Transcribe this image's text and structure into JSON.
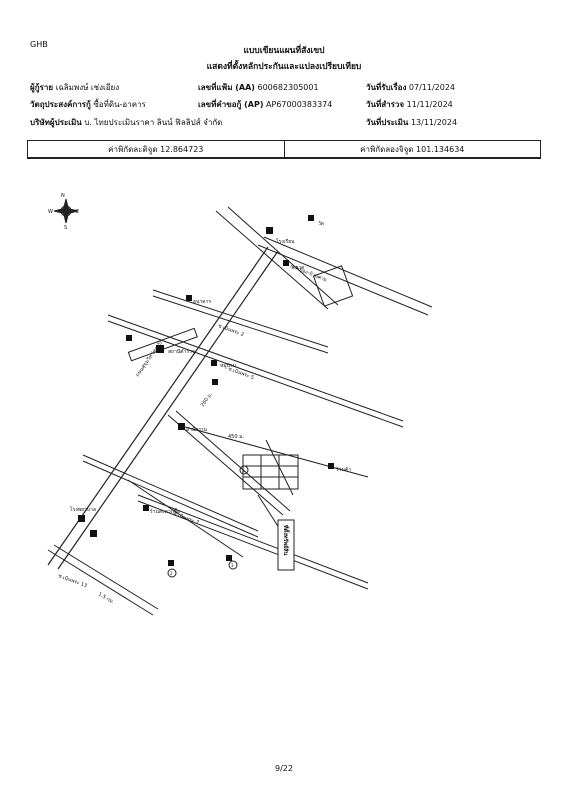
{
  "header": {
    "logo": "GHB",
    "title": "แบบเขียนแผนที่สังเขป",
    "subtitle": "แสดงที่ตั้งหลักประกันและแปลงเปรียบเทียบ"
  },
  "info": {
    "borrower_label": "ผู้กู้ราย",
    "borrower_value": "เฉลิมพงษ์ เช่งเอียง",
    "purpose_label": "วัตถุประสงค์การกู้",
    "purpose_value": "ซื้อที่ดิน-อาคาร",
    "appraiser_label": "บริษัทผู้ประเมิน",
    "appraiser_value": "บ. ไทยประเมินราคา ลินน์ ฟิลลิปส์ จำกัด",
    "file_label": "เลขที่แฟ้ม (AA)",
    "file_value": "600682305001",
    "request_label": "เลขที่คำขอกู้ (AP)",
    "request_value": "AP67000383374",
    "received_label": "วันที่รับเรื่อง",
    "received_value": "07/11/2024",
    "survey_label": "วันที่สำรวจ",
    "survey_value": "11/11/2024",
    "appraisal_label": "วันที่ประเมิน",
    "appraisal_value": "13/11/2024"
  },
  "coordinates": {
    "lat_label": "ค่าพิกัดละติจูด",
    "lat_value": "12.864723",
    "lon_label": "ค่าพิกัดลองจิจูด",
    "lon_value": "101.134634"
  },
  "map": {
    "compass": {
      "n": "N",
      "e": "E",
      "s": "S",
      "w": "W"
    },
    "labels": {
      "road_main": "ถนนสุขุมวิท (ทล.3)",
      "road_upper": "ถ.ระยอง-บ้านค่าย",
      "soi_1": "ซ.เนินพระ 2",
      "soi_2": "ซ.เนินพระ 5",
      "soi_3": "ซ.เนินพระ 7",
      "soi_4": "ซ.เนินพระ 13",
      "dist_1": "450 ม.",
      "dist_2": "260 ม.",
      "dist_3": "1.5 กม.",
      "target": "ที่ตั้งทรัพย์สิน",
      "comp_1": "1",
      "comp_2": "2",
      "comp_3": "3",
      "school": "โรงเรียน",
      "temple": "วัด",
      "market": "ตลาด",
      "bank": "ธนาคาร",
      "station": "สถานีตำรวจ",
      "village": "หมู่บ้าน",
      "shop": "ร้านค้า",
      "hospital": "โรงพยาบาล",
      "store": "ร้านสะดวกซื้อ",
      "office": "สำนักงาน"
    }
  },
  "footer": {
    "page": "9/22"
  }
}
